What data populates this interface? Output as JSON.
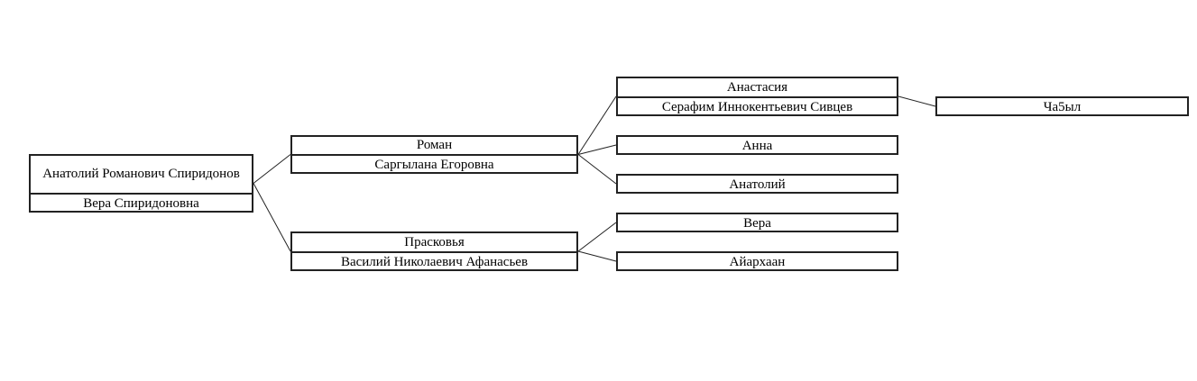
{
  "tree": {
    "root": {
      "lines": [
        "Анатолий Романович Спиридонов",
        "Вера Спиридоновна"
      ],
      "children": [
        {
          "lines": [
            "Роман",
            "Саргылана Егоровна"
          ],
          "children": [
            {
              "lines": [
                "Анастасия",
                "Серафим Иннокентьевич Сивцев"
              ],
              "children": [
                {
                  "lines": [
                    "Ча5ыл"
                  ]
                }
              ]
            },
            {
              "lines": [
                "Анна"
              ]
            },
            {
              "lines": [
                "Анатолий"
              ]
            }
          ]
        },
        {
          "lines": [
            "Прасковья",
            "Василий Николаевич Афанасьев"
          ],
          "children": [
            {
              "lines": [
                "Вера"
              ]
            },
            {
              "lines": [
                "Айархаан"
              ]
            }
          ]
        }
      ]
    }
  }
}
